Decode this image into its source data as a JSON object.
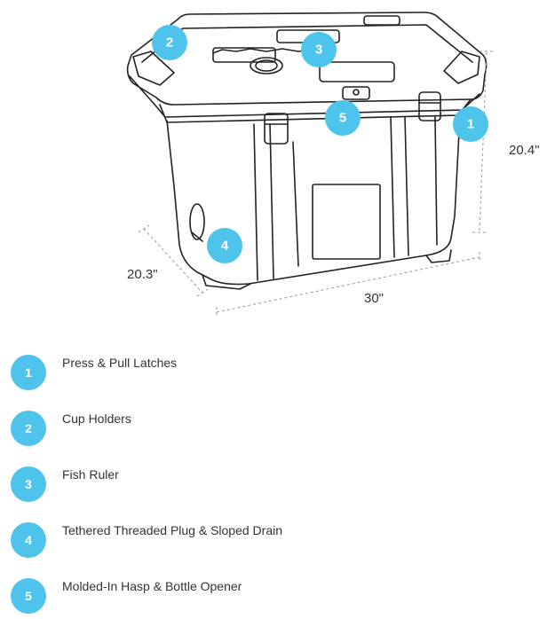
{
  "dimensions": {
    "height": "20.4\"",
    "depth": "20.3\"",
    "width": "30\""
  },
  "colors": {
    "badge": "#4ec3ec",
    "line": "#222222",
    "text": "#333333"
  },
  "features": [
    {
      "number": "1",
      "label": "Press & Pull Latches"
    },
    {
      "number": "2",
      "label": "Cup Holders"
    },
    {
      "number": "3",
      "label": "Fish Ruler"
    },
    {
      "number": "4",
      "label": "Tethered Threaded Plug & Sloped Drain"
    },
    {
      "number": "5",
      "label": "Molded-In Hasp & Bottle Opener"
    }
  ]
}
